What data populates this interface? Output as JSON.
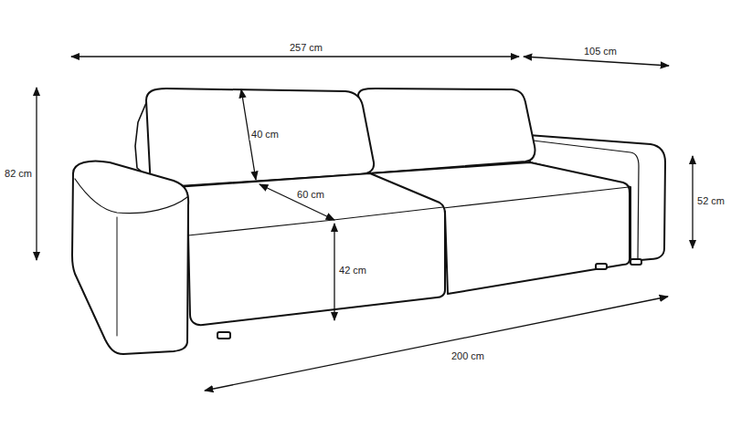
{
  "diagram": {
    "labels": [
      "257 cm",
      "105 cm",
      "82 cm",
      "40 cm",
      "60 cm",
      "52 cm",
      "42 cm",
      "200 cm"
    ]
  }
}
